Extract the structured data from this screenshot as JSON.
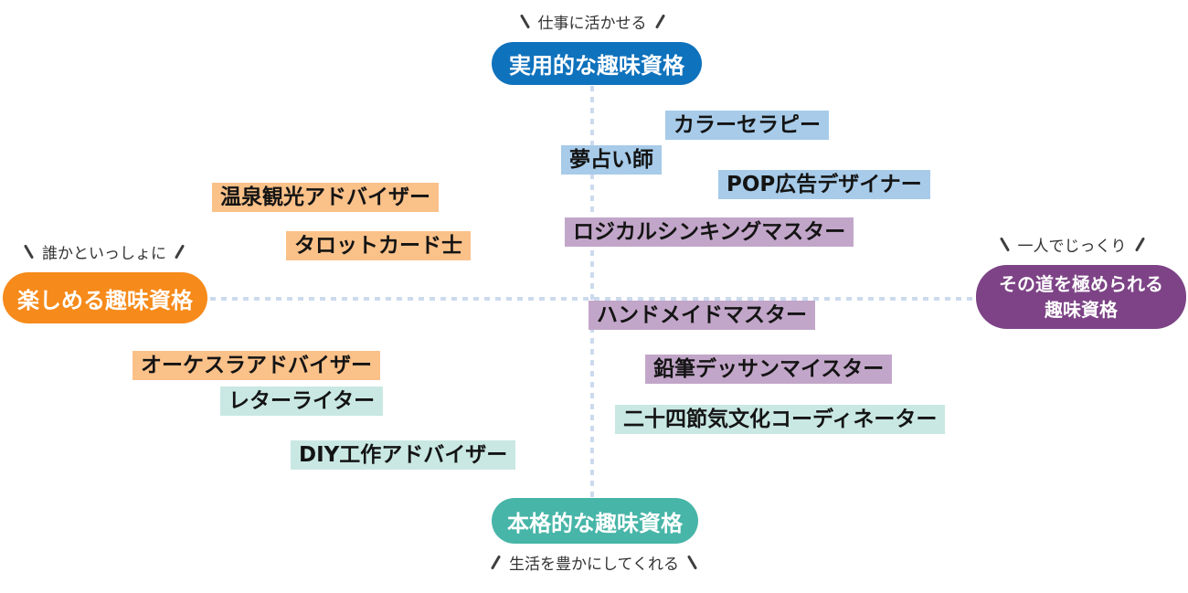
{
  "axes": {
    "top": {
      "tag": "仕事に活かせる",
      "label": "実用的な趣味資格",
      "color": "#0f72bc"
    },
    "left": {
      "tag": "誰かといっしょに",
      "label": "楽しめる趣味資格",
      "color": "#f68a1a"
    },
    "right": {
      "tag": "一人でじっくり",
      "label_line1": "その道を極められる",
      "label_line2": "趣味資格",
      "color": "#7d4386"
    },
    "bottom": {
      "tag": "生活を豊かにしてくれる",
      "label": "本格的な趣味資格",
      "color": "#47b5a8"
    }
  },
  "highlight_colors": {
    "blue": "#a7cbe9",
    "orange": "#fac189",
    "purple": "#c2a6c9",
    "teal": "#c9e8e3",
    "axis_line": "#ccdaee"
  },
  "items": [
    {
      "label": "カラーセラピー",
      "highlight": "blue"
    },
    {
      "label": "夢占い師",
      "highlight": "blue"
    },
    {
      "label": "POP広告デザイナー",
      "highlight": "blue"
    },
    {
      "label": "温泉観光アドバイザー",
      "highlight": "orange"
    },
    {
      "label": "タロットカード士",
      "highlight": "orange"
    },
    {
      "label": "ロジカルシンキングマスター",
      "highlight": "purple"
    },
    {
      "label": "ハンドメイドマスター",
      "highlight": "purple"
    },
    {
      "label": "鉛筆デッサンマイスター",
      "highlight": "purple"
    },
    {
      "label": "オーケスラアドバイザー",
      "highlight": "orange"
    },
    {
      "label": "レターライター",
      "highlight": "teal"
    },
    {
      "label": "二十四節気文化コーディネーター",
      "highlight": "teal"
    },
    {
      "label": "DIY工作アドバイザー",
      "highlight": "teal"
    }
  ]
}
